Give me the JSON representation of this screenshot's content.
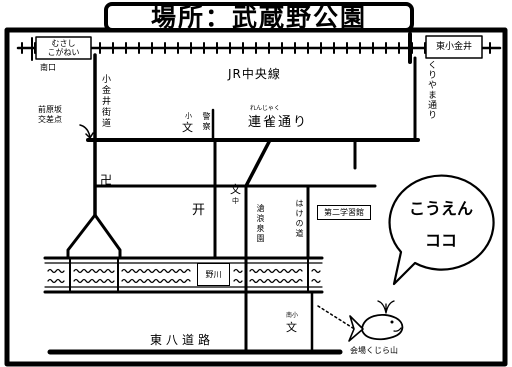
{
  "title": "場所：武蔵野公園",
  "stations": {
    "west": {
      "name": [
        "むさし",
        "こがねい"
      ],
      "exit": "南口"
    },
    "east": {
      "name": "東小金井"
    }
  },
  "railway": {
    "name": "JR中央線"
  },
  "roads": {
    "koganei_kaido": "小金井街道",
    "east_road": "くりやま通り",
    "renjaku_dori": {
      "name": "連雀通り",
      "reading": "れんじゃく"
    },
    "hake_no_michi": "はけの道",
    "tohachi_doro": "東八道路"
  },
  "intersection": [
    "前原坂",
    "交差点"
  ],
  "river": "野川",
  "landmarks": {
    "elementary_school_north": {
      "label": "小",
      "symbol": "文"
    },
    "police": "警察",
    "temple": {
      "symbol": "卍"
    },
    "junior_high_school": {
      "symbol": "文",
      "label": "中"
    },
    "shrine": {
      "symbol": "开"
    },
    "garden": "滄浪泉園",
    "hall": "第二学習館",
    "elementary_school_south": {
      "label": "南小",
      "symbol": "文"
    }
  },
  "venue": "会場くじら山",
  "bubble": [
    "こうえん",
    "ココ"
  ]
}
